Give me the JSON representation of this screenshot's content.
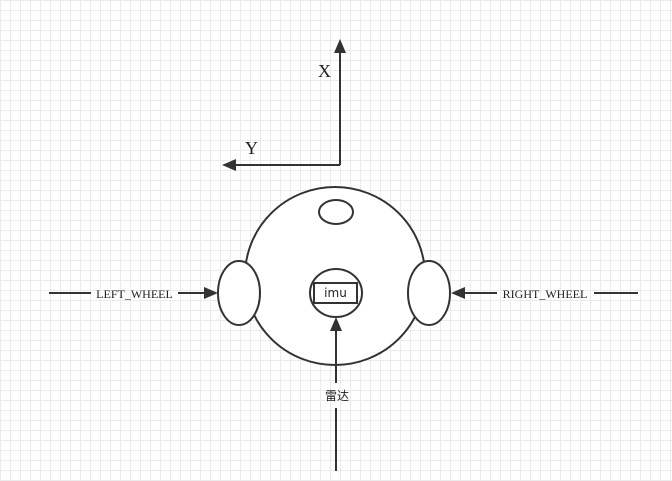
{
  "axes": {
    "x_label": "X",
    "y_label": "Y"
  },
  "components": {
    "imu_label": "imu",
    "lidar_label": "雷达",
    "left_wheel_label": "LEFT_WHEEL",
    "right_wheel_label": "RIGHT_WHEEL"
  },
  "colors": {
    "stroke": "#333333",
    "grid": "#ebebeb",
    "background": "#ffffff"
  }
}
